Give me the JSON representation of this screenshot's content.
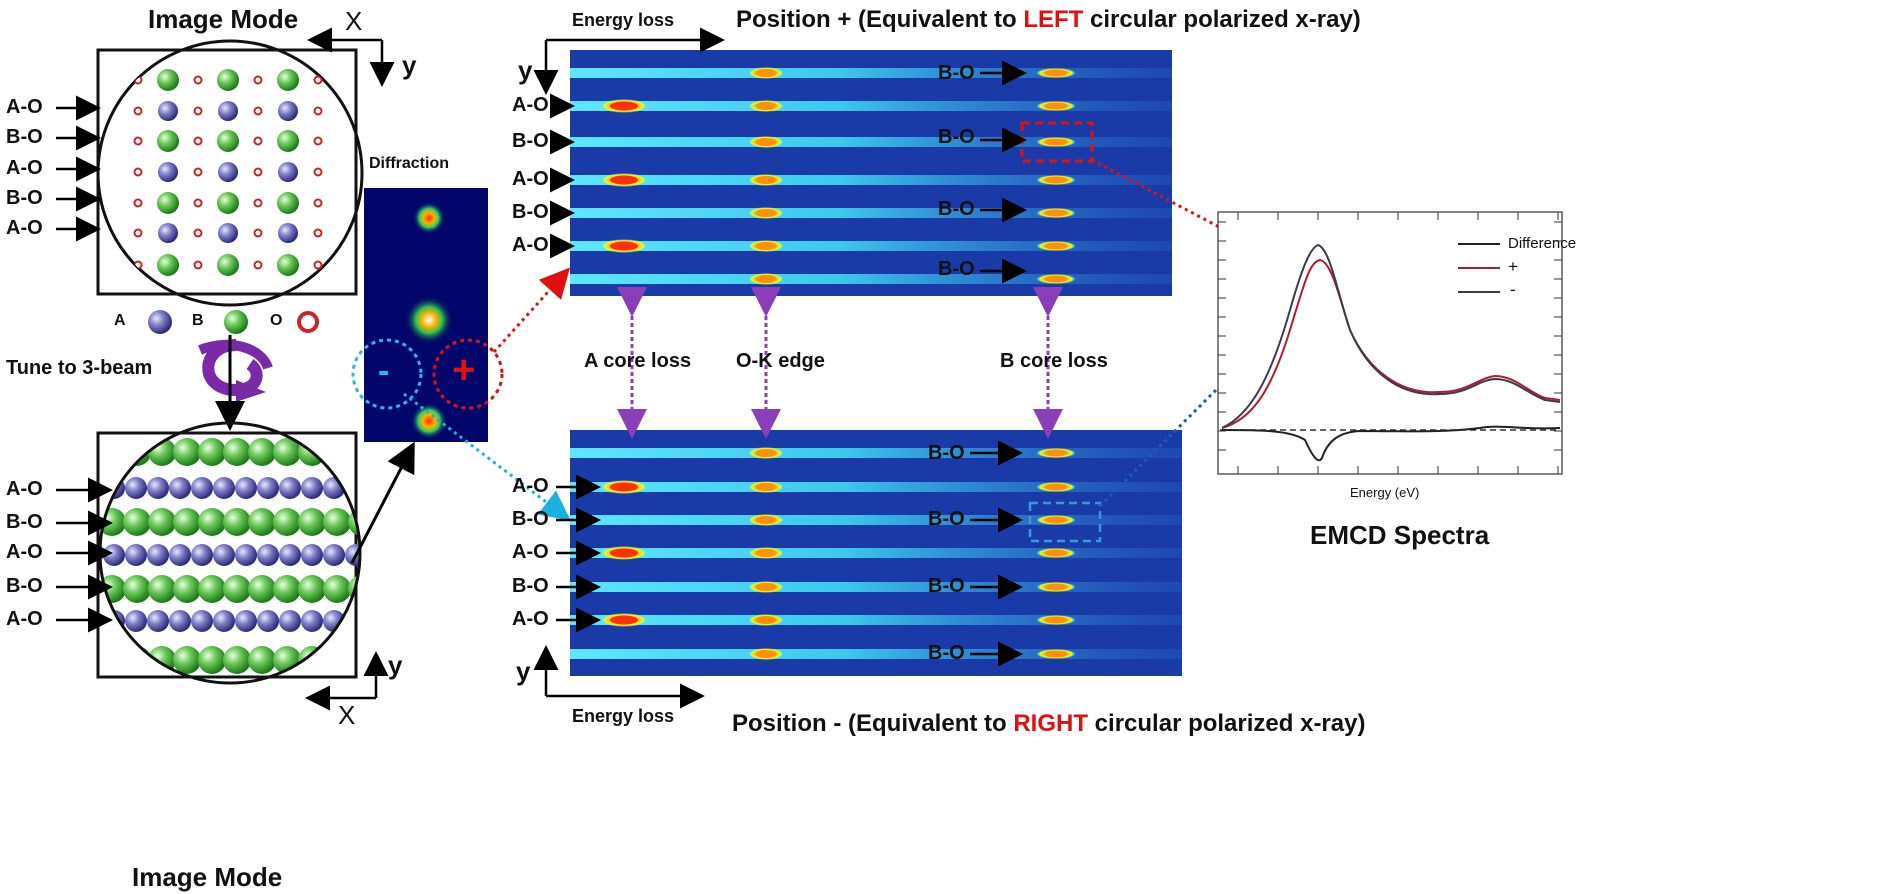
{
  "top_left": {
    "title": "Image Mode",
    "x_axis": "X",
    "y_axis": "y",
    "rows": [
      "A-O",
      "B-O",
      "A-O",
      "B-O",
      "A-O"
    ]
  },
  "bottom_left": {
    "title": "Image Mode",
    "x_axis": "X",
    "y_axis": "y",
    "rows": [
      "A-O",
      "B-O",
      "A-O",
      "B-O",
      "A-O"
    ]
  },
  "legend": {
    "a": "A",
    "b": "B",
    "o": "O"
  },
  "tune_label": "Tune to 3-beam",
  "diffraction": {
    "title": "Diffraction",
    "minus": "-",
    "plus": "+"
  },
  "top_panel": {
    "energy_loss": "Energy loss",
    "y_axis": "y",
    "title_prefix": "Position + (Equivalent to ",
    "title_highlight": "LEFT",
    "title_suffix": " circular polarized x-ray)",
    "left_rows": [
      "A-O",
      "B-O",
      "A-O",
      "B-O",
      "A-O"
    ],
    "right_rows": [
      "B-O",
      "B-O",
      "B-O",
      "B-O"
    ]
  },
  "bottom_panel": {
    "energy_loss": "Energy loss",
    "y_axis": "y",
    "title_prefix": "Position - (Equivalent to ",
    "title_highlight": "RIGHT",
    "title_suffix": " circular polarized x-ray)",
    "left_rows": [
      "A-O",
      "B-O",
      "A-O",
      "B-O",
      "A-O"
    ],
    "right_rows": [
      "B-O",
      "B-O",
      "B-O",
      "B-O"
    ]
  },
  "mid_labels": {
    "a_core": "A core loss",
    "ok_edge": "O-K edge",
    "b_core": "B core loss"
  },
  "spectra": {
    "title": "EMCD Spectra",
    "xlabel": "Energy (eV)",
    "legend": [
      "Difference",
      "+",
      "-"
    ],
    "colors": {
      "difference": "#222222",
      "plus": "#b01c2e",
      "minus": "#3a3a50"
    }
  },
  "colors": {
    "a_atom": "#4a4a9e",
    "b_atom": "#3aa836",
    "o_atom": "#d02020",
    "panel_bg": "#1a3aa8",
    "stripe": "#3fd3f0",
    "highlight": "#e01010",
    "arrow_purple": "#8a3fb8"
  }
}
